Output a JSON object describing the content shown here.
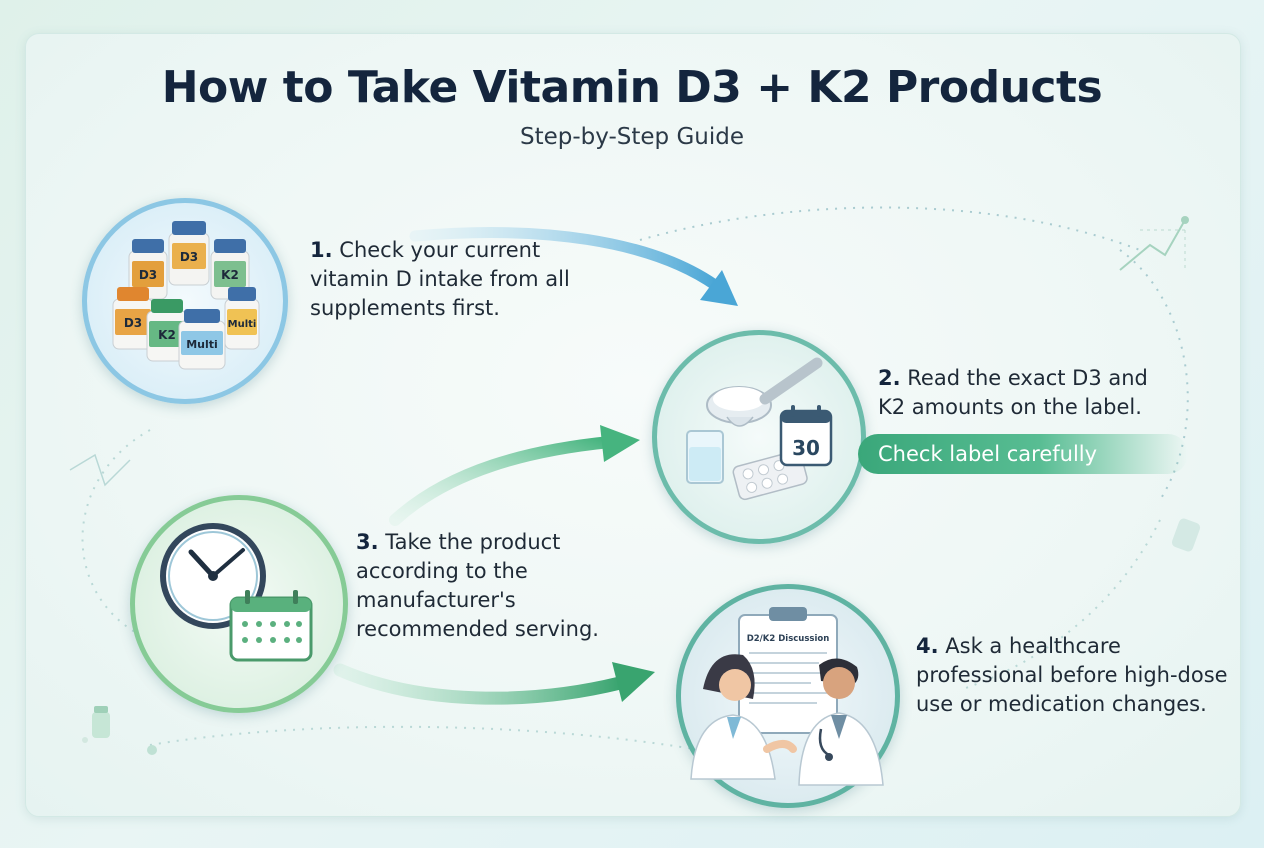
{
  "header": {
    "title": "How to Take Vitamin D3 + K2 Products",
    "subtitle": "Step-by-Step Guide"
  },
  "steps": [
    {
      "number": "1.",
      "lines": [
        "Check your current",
        "vitamin D intake from all",
        "supplements first."
      ],
      "icon": "supplement-bottles-icon"
    },
    {
      "number": "2.",
      "lines": [
        "Read the exact D3 and",
        "K2 amounts on the label."
      ],
      "badge": "Check label carefully",
      "icon": "scoop-glass-calendar-icon"
    },
    {
      "number": "3.",
      "lines": [
        "Take the product",
        "according to the",
        "manufacturer's",
        "recommended serving."
      ],
      "icon": "clock-calendar-icon"
    },
    {
      "number": "4.",
      "lines": [
        "Ask a healthcare",
        "professional before high-dose",
        "use or medication changes."
      ],
      "icon": "doctor-consultation-icon"
    }
  ],
  "illustrations": {
    "bottle_labels": [
      "D3",
      "D3",
      "K2",
      "D3",
      "K2",
      "Multi",
      "Multi"
    ],
    "calendar_number": "30",
    "clipboard_title": "D2/K2 Discussion"
  },
  "colors": {
    "title": "#14253d",
    "accent_blue": "#4aa6d6",
    "accent_green": "#3aa77a",
    "badge_green": "#3aa77a"
  }
}
